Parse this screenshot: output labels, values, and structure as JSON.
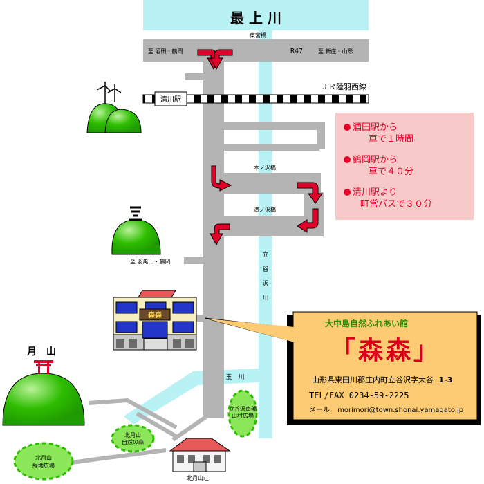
{
  "river_title": "最 上 川",
  "bridges": {
    "top": "東宮橋",
    "kinoshi": "木ノ沢橋",
    "taki": "滝ノ沢橋"
  },
  "roads": {
    "left_dir": "至 酒田・鶴岡",
    "route": "R47",
    "right_dir": "至 新庄・山形",
    "haguro": "至 羽黒山・鶴岡"
  },
  "rail": {
    "line": "ＪＲ陸羽西線",
    "station": "清川駅"
  },
  "access": [
    {
      "line1": "酒田駅から",
      "line2": "車で１時間"
    },
    {
      "line1": "鶴岡駅から",
      "line2": "車で４０分"
    },
    {
      "line1": "清川駅より",
      "line2": "町営バスで３０分"
    }
  ],
  "rivers": {
    "tachiyazawa": [
      "立",
      "谷",
      "沢",
      "川"
    ],
    "tamagawa": "玉　川"
  },
  "mountain": {
    "gassan": "月　山"
  },
  "facility": {
    "subtitle": "大中島自然ふれあい館",
    "name": "「森森」",
    "sign": "森森",
    "address_prefix": "山形県東田川郡庄内町立谷沢字大谷",
    "address_num": "1-3",
    "tel": "TEL/FAX 0234-59-2225",
    "mail_label": "メール",
    "mail": "morimori@town.shonai.yamagato.jp"
  },
  "parks": {
    "sanson": [
      "立谷沢南部",
      "山村広場"
    ],
    "shizen": [
      "北月山",
      "自然の森"
    ],
    "ryokuchi": [
      "北月山",
      "緑地広場"
    ],
    "sanso": "北月山荘"
  },
  "colors": {
    "river": "#b8f2f5",
    "road": "#b4b4b4",
    "arrow": "#e0002a",
    "green": "#2ebd00",
    "info_bg": "#f7c9c9",
    "callout_bg": "#fccb74"
  }
}
